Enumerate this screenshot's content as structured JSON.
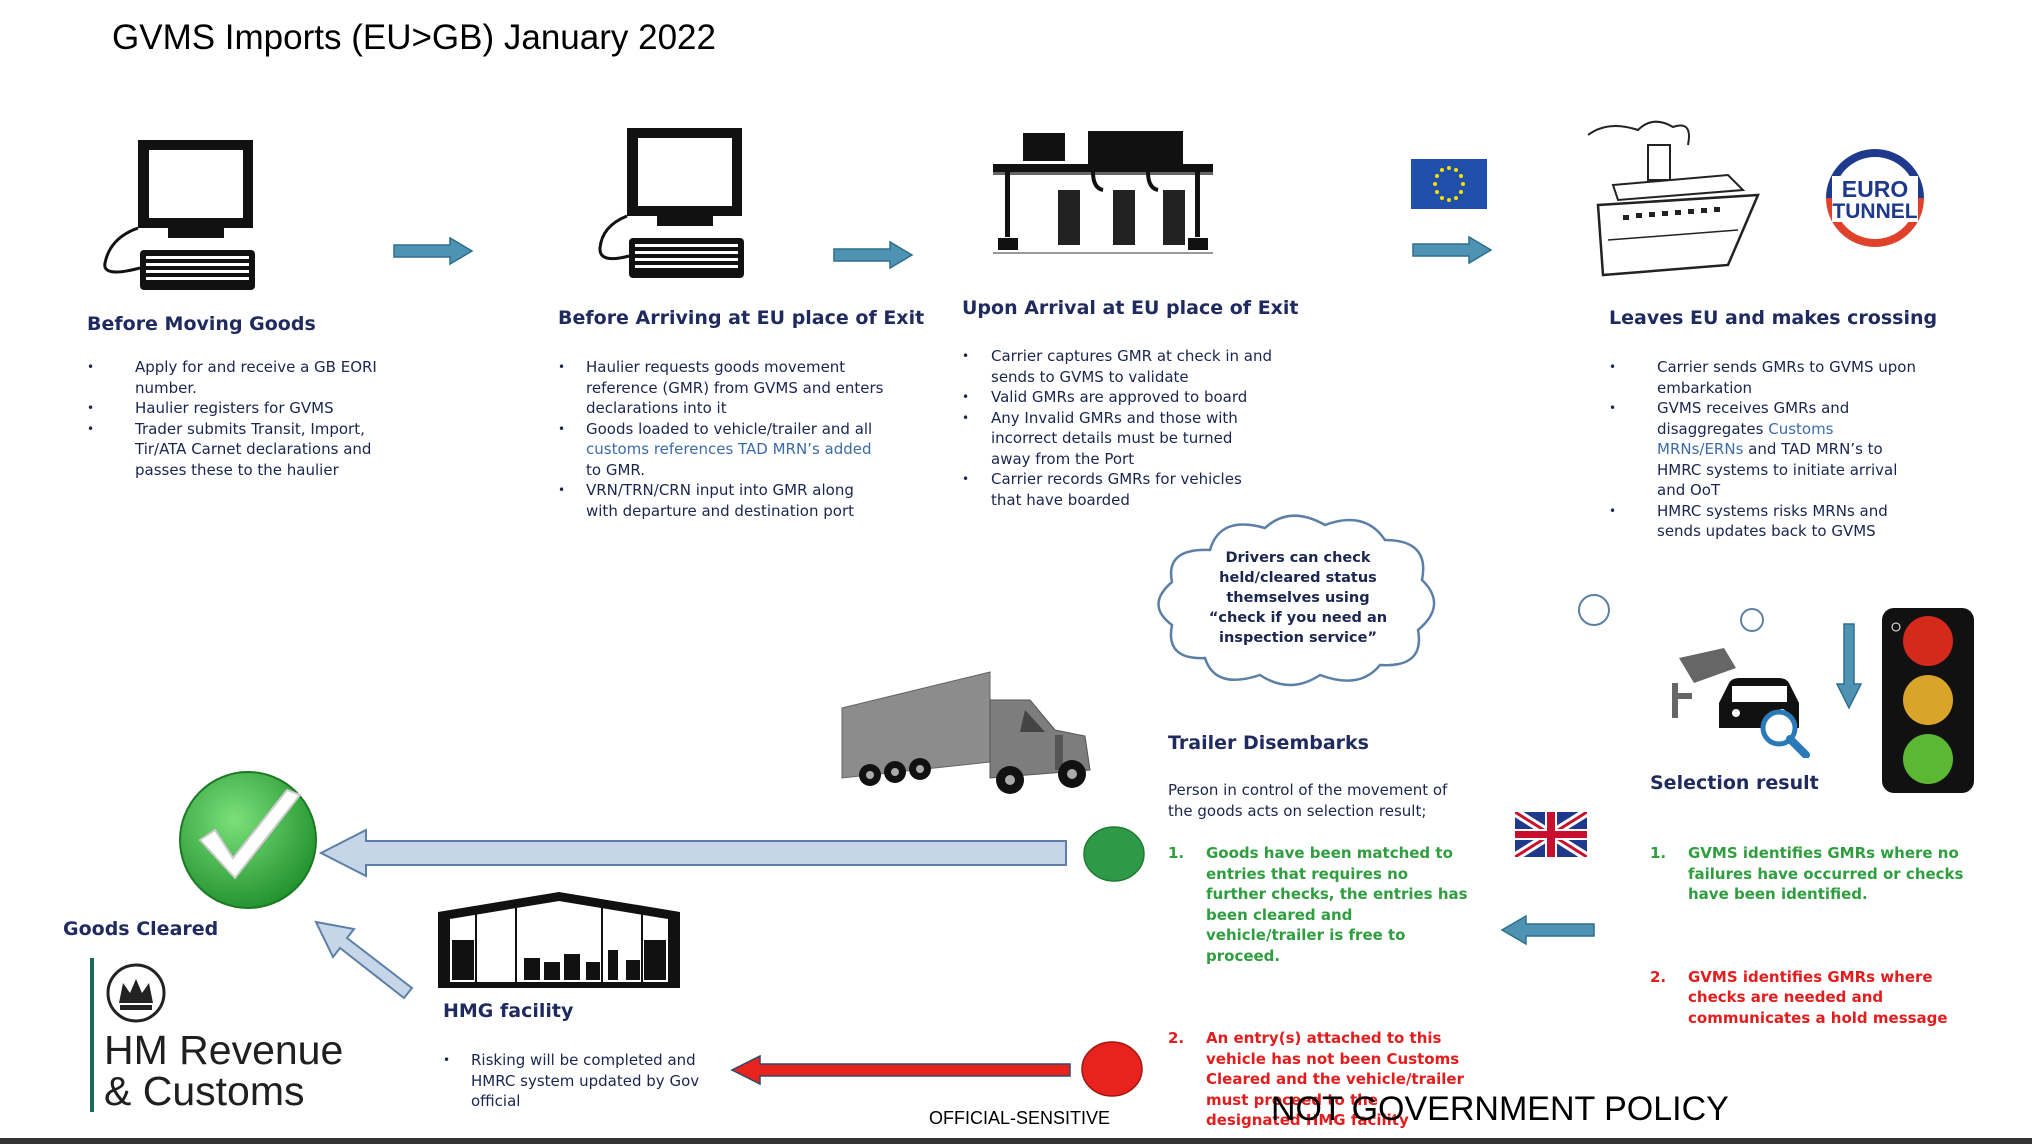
{
  "title": "GVMS Imports (EU>GB) January 2022",
  "stages": {
    "before_moving": {
      "heading": "Before Moving Goods",
      "items": [
        "Apply for and receive a GB EORI number.",
        "Haulier registers for GVMS",
        "Trader submits  Transit, Import, Tir/ATA Carnet declarations and passes these to the  haulier"
      ]
    },
    "before_arriving": {
      "heading": "Before Arriving at EU place of Exit",
      "item1": "Haulier requests goods movement reference (GMR) from GVMS and enters declarations into it",
      "item2_pre": "Goods loaded to vehicle/trailer and all ",
      "item2_blue": "customs references TAD MRN’s added",
      "item2_post": " to GMR.",
      "item3": "VRN/TRN/CRN input into GMR along with departure and destination port"
    },
    "upon_arrival": {
      "heading": "Upon Arrival at EU place of Exit",
      "items": [
        "Carrier captures GMR at check in and sends to GVMS to validate",
        "Valid GMRs are approved to board",
        "Any Invalid GMRs and those with incorrect details must be turned away from the Port",
        "Carrier records GMRs for vehicles that have boarded"
      ]
    },
    "leaves_eu": {
      "heading": "Leaves EU and makes crossing",
      "item1": "Carrier sends GMRs to GVMS upon embarkation",
      "item2_pre": "GVMS receives GMRs and disaggregates ",
      "item2_blue": "Customs MRNs/ERNs",
      "item2_post": " and  TAD MRN’s to HMRC systems to initiate arrival and OoT",
      "item3": "HMRC systems risks MRNs and sends updates back to GVMS"
    }
  },
  "cloud_text": "Drivers  can check held/cleared status themselves using “check  if you need an inspection service”",
  "selection": {
    "heading": "Selection result",
    "item1_num": "1.",
    "item1": "GVMS identifies GMRs where    no failures have occurred or checks have been identified.",
    "item2_num": "2.",
    "item2": "GVMS identifies GMRs where checks are needed and communicates a hold message"
  },
  "trailer": {
    "heading": "Trailer Disembarks",
    "intro": "Person in control of the movement of the goods acts on selection result;",
    "item1_num": "1.",
    "item1": "Goods have been matched to entries that requires no further checks, the entries has been cleared and vehicle/trailer is free to proceed.",
    "item2_num": "2.",
    "item2": "An entry(s) attached to this vehicle has not been Customs Cleared and the  vehicle/trailer must proceed to the designated HMG facility"
  },
  "hmg": {
    "heading": "HMG facility",
    "item": "Risking will be completed and HMRC system updated by Gov official"
  },
  "goods_cleared": "Goods Cleared",
  "hmrc_logo": {
    "line1": "HM Revenue",
    "line2": "& Customs"
  },
  "eurotunnel_logo": {
    "line1": "EURO",
    "line2": "TUNNEL"
  },
  "footer_left": "OFFICIAL-SENSITIVE",
  "footer_right": "NOT GOVERNMENT POLICY",
  "colors": {
    "heading": "#1f2a5e",
    "arrow_fill": "#4f93b3",
    "big_arrow_fill": "#c6d6e8",
    "green_text": "#2f9e3f",
    "red_text": "#e21d1d",
    "green_circle": "#2e9a48",
    "red_circle": "#e8231d"
  }
}
